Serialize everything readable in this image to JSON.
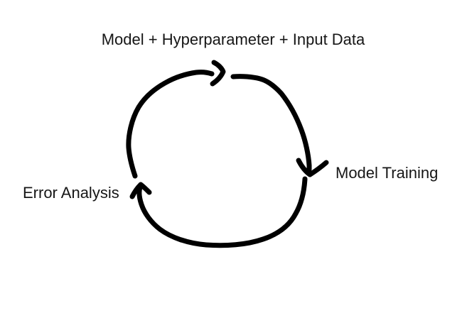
{
  "diagram": {
    "type": "cycle",
    "background_color": "#ffffff",
    "stroke_color": "#000000",
    "text_color": "#161616",
    "nodes": [
      {
        "id": "model-hyperparameter-input-data",
        "label": "Model + Hyperparameter + Input Data",
        "position": "top"
      },
      {
        "id": "model-training",
        "label": "Model Training",
        "position": "right"
      },
      {
        "id": "error-analysis",
        "label": "Error Analysis",
        "position": "left"
      }
    ],
    "edges": [
      {
        "from": "error-analysis",
        "to": "model-hyperparameter-input-data",
        "style": "hand-drawn arc, arrowhead pointing right at top"
      },
      {
        "from": "model-hyperparameter-input-data",
        "to": "model-training",
        "style": "hand-drawn arc, arrowhead pointing down at right"
      },
      {
        "from": "model-training",
        "to": "error-analysis",
        "style": "hand-drawn arc, arrowhead pointing up at left"
      }
    ],
    "flow_direction": "clockwise"
  }
}
